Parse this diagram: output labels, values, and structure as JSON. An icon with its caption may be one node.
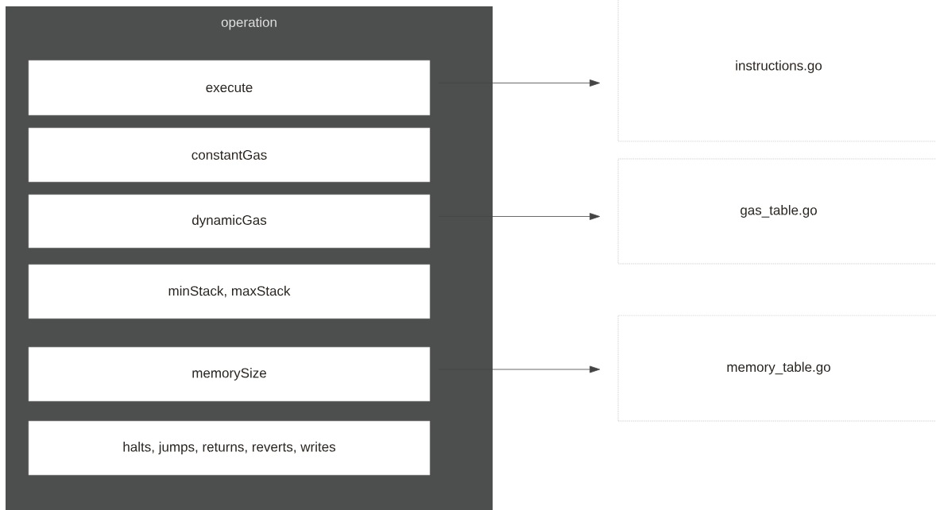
{
  "diagram": {
    "nodes": [
      {
        "text": [
          "operation"
        ]
      },
      {
        "text": [
          "execute"
        ],
        "in": 0
      },
      {
        "text": [
          "constantGas"
        ],
        "in": 0
      },
      {
        "text": [
          "dynamicGas"
        ],
        "in": 0
      },
      {
        "text": [
          "minStack, maxStack"
        ],
        "in": 0
      },
      {
        "text": [
          "memorySize"
        ],
        "in": 0
      },
      {
        "text": [
          "halts, jumps, returns, reverts, writes"
        ],
        "in": 0
      },
      {
        "text": [
          "instructions.go"
        ]
      },
      {
        "text": [
          "gas_table.go"
        ]
      },
      {
        "text": [
          "memory_table.go"
        ]
      }
    ],
    "edges": [
      {
        "from": 1,
        "to": 7,
        "arrow": "to"
      },
      {
        "from": 3,
        "to": 8,
        "arrow": "to"
      },
      {
        "from": 5,
        "to": 9,
        "arrow": "to"
      }
    ]
  }
}
